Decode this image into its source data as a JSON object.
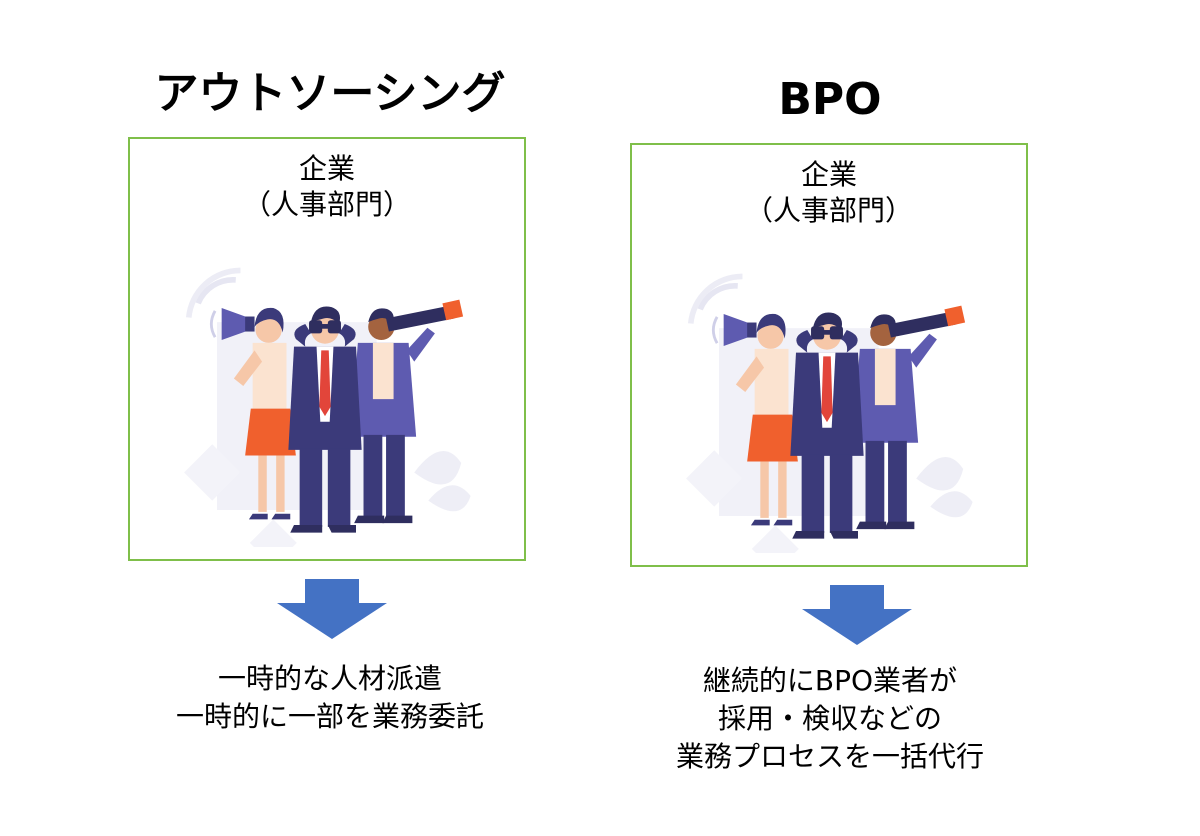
{
  "left": {
    "title": "アウトソーシング",
    "panel": {
      "line1": "企業",
      "line2": "（人事部門）"
    },
    "caption": [
      "一時的な人材派遣",
      "一時的に一部を業務委託"
    ]
  },
  "right": {
    "title": "BPO",
    "panel": {
      "line1": "企業",
      "line2": "（人事部門）"
    },
    "caption": [
      "継続的にBPO業者が",
      "採用・検収などの",
      "業務プロセスを一括代行"
    ]
  },
  "colors": {
    "panel_border": "#7fbf4a",
    "arrow": "#4472c4",
    "suit": "#3b3a7a",
    "jacket": "#5e5bb0",
    "skirt": "#f0602d",
    "skin": "#f6c7a8",
    "tie": "#e2453a"
  },
  "icons": [
    "megaphone-icon",
    "binoculars-icon",
    "telescope-icon",
    "down-arrow-icon"
  ]
}
